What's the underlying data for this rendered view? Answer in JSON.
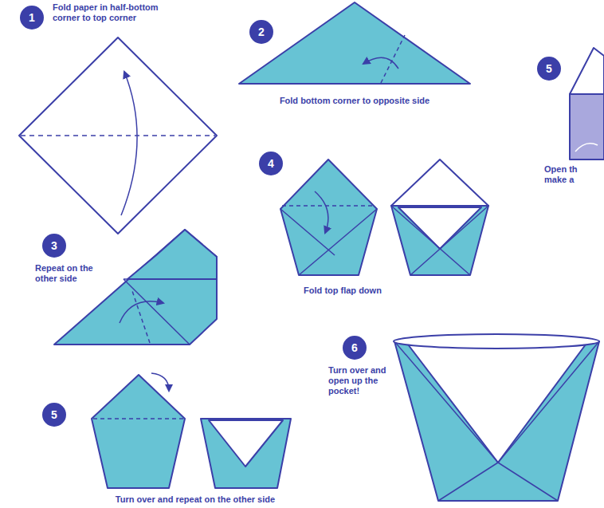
{
  "diagram": {
    "nodes": [
      {
        "text": [
          "1"
        ]
      },
      {
        "text": [
          "2"
        ]
      },
      {
        "text": [
          "5"
        ]
      },
      {
        "text": [
          "4"
        ]
      },
      {
        "text": [
          "3"
        ]
      },
      {
        "text": [
          "6"
        ]
      },
      {
        "text": [
          "5"
        ]
      }
    ],
    "labels": [
      "Fold paper in half-bottom corner to top corner",
      "Fold bottom corner to opposite side",
      "Open th make a",
      "Fold top flap down",
      "Repeat on the other side",
      "Turn over and open up the pocket!",
      "Turn over and repeat on the other side"
    ]
  }
}
